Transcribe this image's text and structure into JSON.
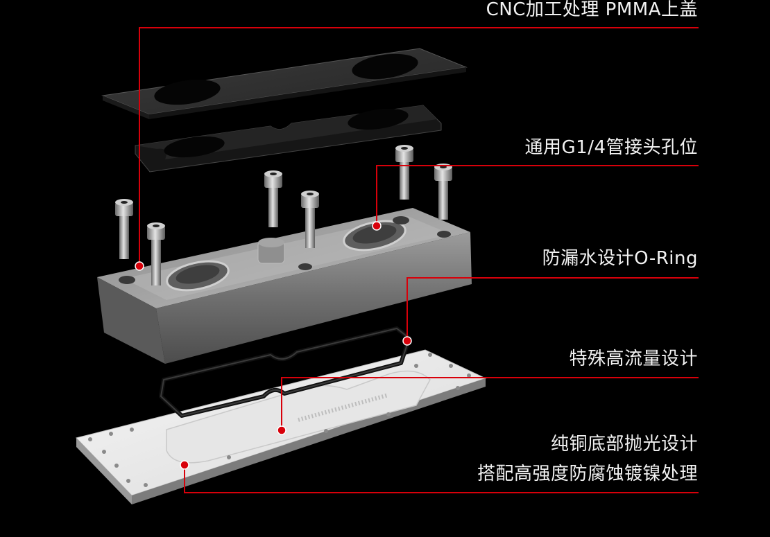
{
  "callouts": {
    "pmma_cover": "CNC加工处理 PMMA上盖",
    "g14_port": "通用G1/4管接头孔位",
    "oring": "防漏水设计O-Ring",
    "high_flow": "特殊高流量设计",
    "copper_base_line1": "纯铜底部抛光设计",
    "copper_base_line2": "搭配高强度防腐蚀镀镍处理"
  },
  "colors": {
    "background": "#000000",
    "leader_line": "#d8000a",
    "text": "#f2f2f2"
  }
}
